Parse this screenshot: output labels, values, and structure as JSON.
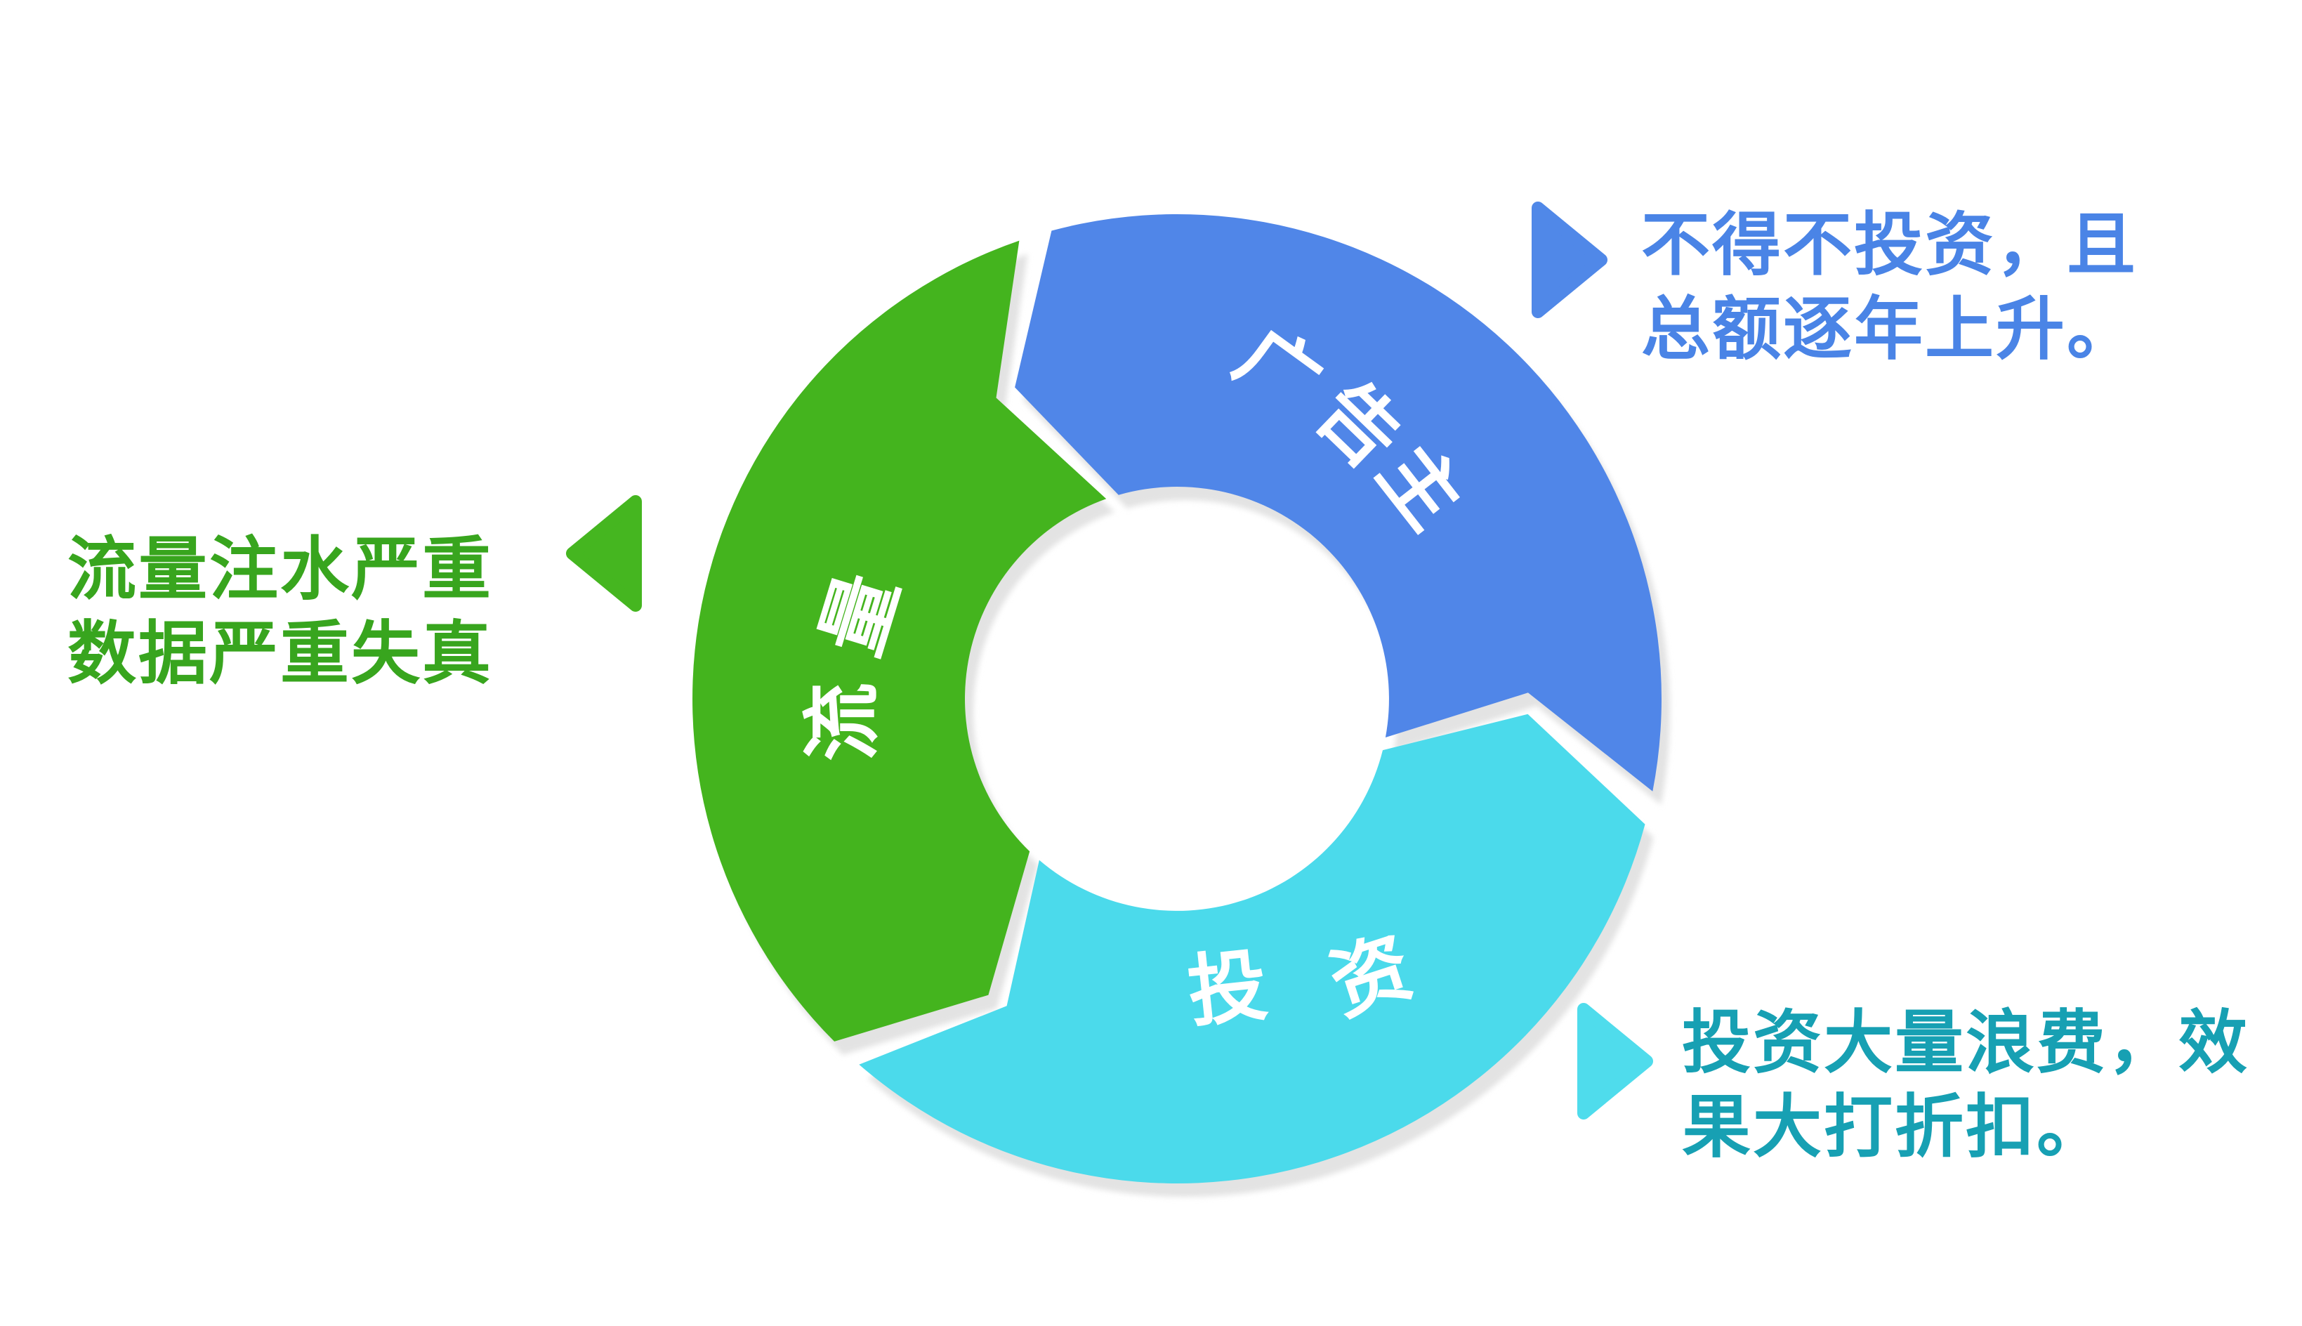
{
  "diagram": {
    "type": "segmented-cycle",
    "segments": [
      {
        "id": "advertiser",
        "label": "广告主",
        "color": "#5086E8"
      },
      {
        "id": "traffic",
        "label": "流量",
        "color": "#44B41E"
      },
      {
        "id": "investment",
        "label": "投资",
        "color": "#4BDAEB"
      }
    ],
    "annotations": {
      "advertiser": {
        "lines": [
          "不得不投资，且",
          "总额逐年上升。"
        ],
        "text_color": "#4A84E6",
        "arrow_color": "#5088E8",
        "arrow_direction": "right"
      },
      "traffic": {
        "lines": [
          "流量注水严重",
          "数据严重失真"
        ],
        "text_color": "#38A51E",
        "arrow_color": "#45B620",
        "arrow_direction": "left"
      },
      "investment": {
        "lines": [
          "投资大量浪费，效",
          "果大打折扣。"
        ],
        "text_color": "#17A0B3",
        "arrow_color": "#4FDCEC",
        "arrow_direction": "right"
      }
    },
    "colors": {
      "segment_blue": "#5086E8",
      "segment_green": "#44B41E",
      "segment_cyan": "#4BDAEB",
      "label_text": "#FFFFFF",
      "shadow": "#E3E3E3",
      "background": "#FFFFFF"
    }
  }
}
